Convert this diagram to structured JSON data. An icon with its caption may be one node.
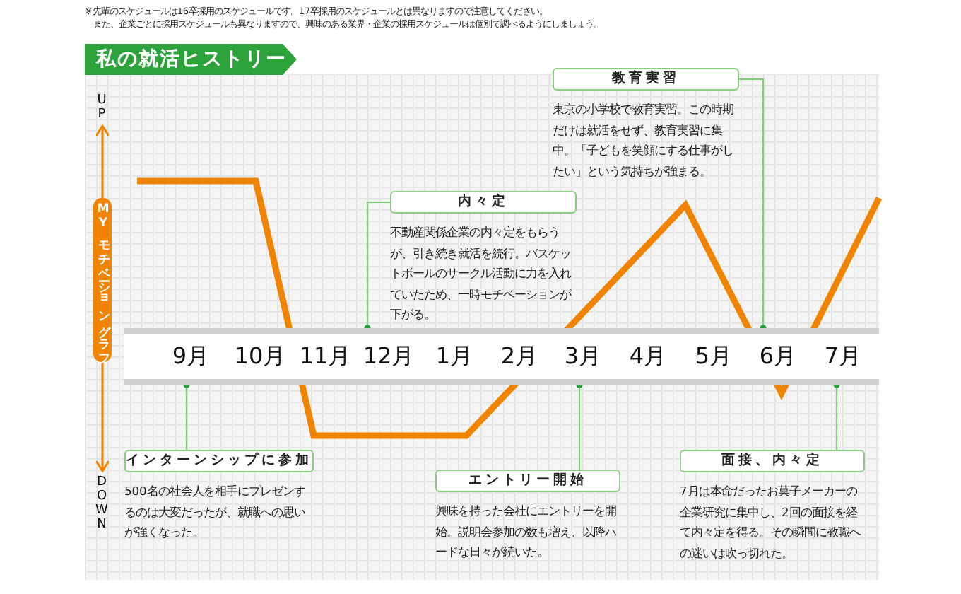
{
  "diagram": {
    "title": "私の就活ヒストリー",
    "nodes": [
      {
        "text": [
          "教育実習",
          "東京の小学校で教育実習。この時期だけは就活をせず、教育実習に集中。「子どもを笑顔にする仕事がしたい」という気持ちが強まる。"
        ]
      },
      {
        "text": [
          "内々定",
          "不動産関係企業の内々定をもらうが、引き続き就活を続行。バスケットボールのサークル活動に力を入れていたため、一時モチベーションが下がる。"
        ]
      },
      {
        "text": [
          "9月"
        ]
      },
      {
        "text": [
          "10月"
        ]
      },
      {
        "text": [
          "11月"
        ]
      },
      {
        "text": [
          "12月"
        ]
      },
      {
        "text": [
          "1月"
        ]
      },
      {
        "text": [
          "2月"
        ]
      },
      {
        "text": [
          "3月"
        ]
      },
      {
        "text": [
          "4月"
        ]
      },
      {
        "text": [
          "5月"
        ]
      },
      {
        "text": [
          "6月"
        ]
      },
      {
        "text": [
          "7月"
        ]
      },
      {
        "text": [
          "インターンシップに参加",
          "500名の社会人を相手にプレゼンするのは大変だったが、就職への思いが強くなった。"
        ]
      },
      {
        "text": [
          "エントリー開始",
          "興味を持った会社にエントリーを開始。説明会参加の数も増え、以降ハードな日々が続いた。"
        ]
      },
      {
        "text": [
          "面接、内々定",
          "7月は本命だったお菓子メーカーの企業研究に集中し、2回の面接を経て内々定を得る。その瞬間に教職への迷いは吹っ切れた。"
        ]
      }
    ],
    "edges": [
      {
        "from": 0,
        "to": 11,
        "arrow": "other"
      },
      {
        "from": 1,
        "to": 5,
        "arrow": "other"
      },
      {
        "from": 13,
        "to": 2,
        "arrow": "other"
      },
      {
        "from": 14,
        "to": 8,
        "arrow": "other"
      },
      {
        "from": 15,
        "to": 12,
        "arrow": "other"
      }
    ],
    "labels": [
      "※先輩のスケジュールは16卒採用のスケジュールです。17卒採用のスケジュールとは異なりますので注意してください。",
      "また、企業ごとに採用スケジュールも異なりますので、興味のある業界・企業の採用スケジュールは個別で調べるようにしましょう。",
      "UP",
      "MYモチベーショングラフ",
      "DOWN"
    ]
  }
}
